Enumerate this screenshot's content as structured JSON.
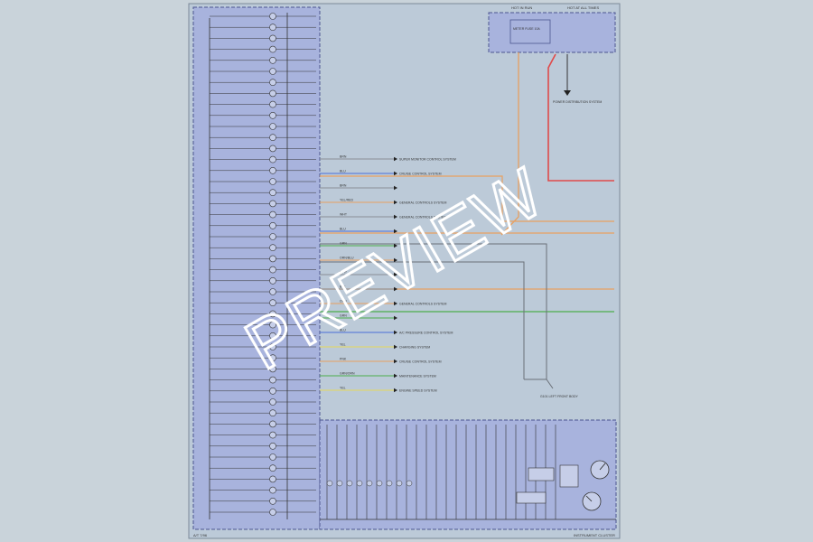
{
  "watermark": "PREVIEW",
  "footer": {
    "left_code": "A/T 7/96",
    "right_ref": "INSTRUMENT CLUSTER"
  },
  "colors": {
    "background": "#c9d3da",
    "sheet": "#bccad8",
    "panel": "#a8b3dd",
    "orange": "#e8a060",
    "red": "#e04a4a",
    "green": "#4cae4c",
    "gray": "#8a8f96",
    "blue": "#4a6fd8",
    "yellow": "#e6d85a"
  },
  "top_box": {
    "left_label": "HOT IN RUN",
    "right_label": "HOT AT ALL TIMES",
    "inner_label": "METER FUSE 10A",
    "power_label": "POWER DISTRIBUTION SYSTEM"
  },
  "circuits": [
    {
      "wire": "BRN",
      "dest": "SUPER MONITOR CONTROL SYSTEM",
      "color": "gray"
    },
    {
      "wire": "BLU",
      "dest": "CRUISE CONTROL SYSTEM",
      "color": "blue"
    },
    {
      "wire": "BRN",
      "dest": "",
      "color": "gray"
    },
    {
      "wire": "YEL/RED",
      "dest": "GENERAL CONTROLS SYSTEM",
      "color": "orange"
    },
    {
      "wire": "WHT",
      "dest": "GENERAL CONTROLS SYSTEM",
      "color": "gray"
    },
    {
      "wire": "BLU",
      "dest": "",
      "color": "blue"
    },
    {
      "wire": "GRN",
      "dest": "",
      "color": "green"
    },
    {
      "wire": "ORN/BLU",
      "dest": "",
      "color": "orange"
    },
    {
      "wire": "WHT",
      "dest": "",
      "color": "gray"
    },
    {
      "wire": "BLK",
      "dest": "",
      "color": "gray"
    },
    {
      "wire": "ORN",
      "dest": "GENERAL CONTROLS SYSTEM",
      "color": "orange"
    },
    {
      "wire": "GRN",
      "dest": "",
      "color": "green"
    },
    {
      "wire": "BLU",
      "dest": "A/C PRESSURE CONTROL SYSTEM",
      "color": "blue"
    },
    {
      "wire": "YEL",
      "dest": "CHARGING SYSTEM",
      "color": "yellow"
    },
    {
      "wire": "PNK",
      "dest": "CRUISE CONTROL SYSTEM",
      "color": "orange"
    },
    {
      "wire": "GRN/ORN",
      "dest": "MAINTENANCE SYSTEM",
      "color": "green"
    },
    {
      "wire": "YEL",
      "dest": "ENGINE SPEED SYSTEM",
      "color": "yellow"
    }
  ],
  "ground_label": "G101 LEFT FRONT BODY"
}
